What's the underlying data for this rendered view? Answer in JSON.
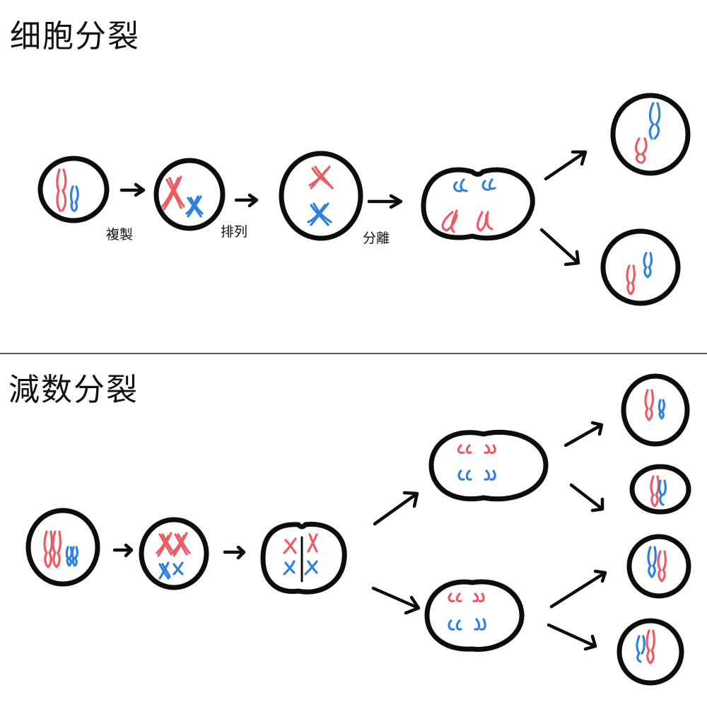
{
  "mitosis": {
    "title": "细胞分裂",
    "steps": [
      "複製",
      "排列",
      "分離"
    ]
  },
  "meiosis": {
    "title": "減数分裂"
  },
  "colors": {
    "chromosome_a": "#ec5a62",
    "chromosome_b": "#2f80e0",
    "outline": "#0d0d0d",
    "divider": "#222222"
  }
}
